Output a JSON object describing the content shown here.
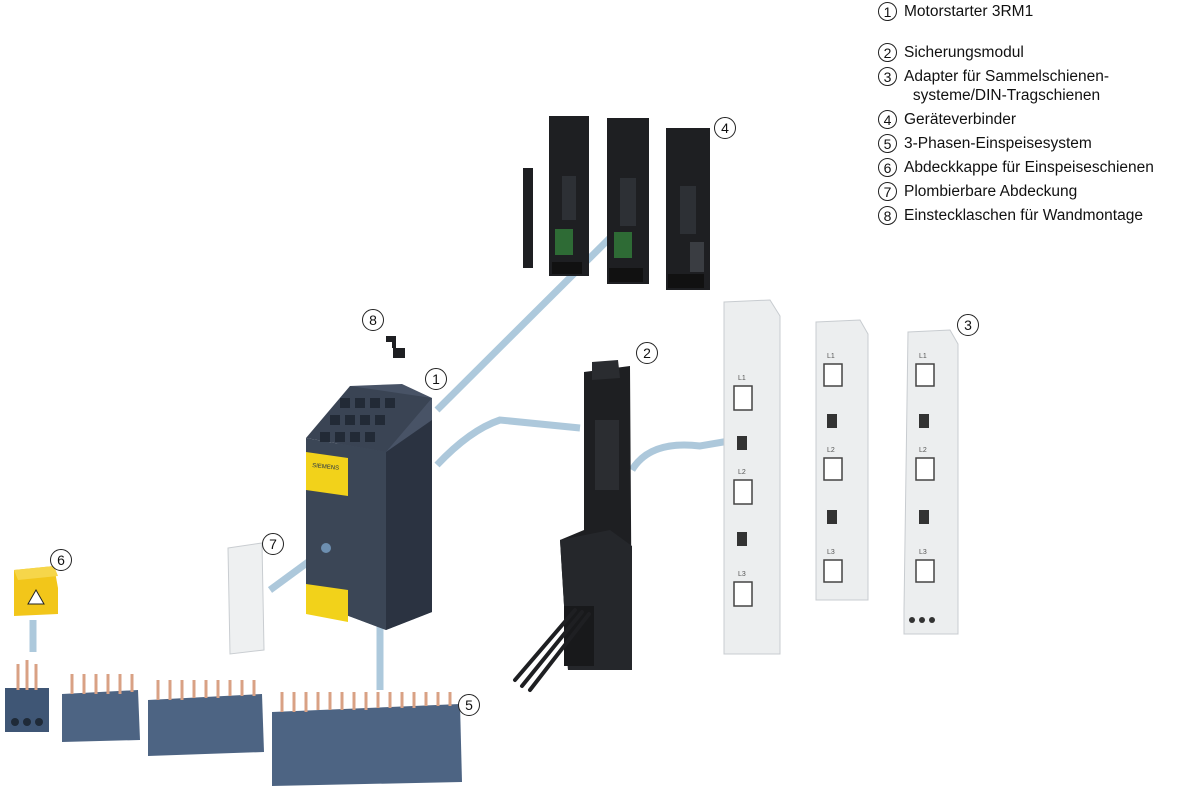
{
  "legend": [
    {
      "num": "1",
      "label": "Motorstarter 3RM1"
    },
    {
      "num": "2",
      "label": "Sicherungsmodul"
    },
    {
      "num": "3",
      "label": "Adapter für Sammelschienen-\nsysteme/DIN-Tragschienen"
    },
    {
      "num": "4",
      "label": "Geräteverbinder"
    },
    {
      "num": "5",
      "label": "3-Phasen-Einspeisesystem"
    },
    {
      "num": "6",
      "label": "Abdeckkappe für Einspeiseschienen"
    },
    {
      "num": "7",
      "label": "Plombierbare Abdeckung"
    },
    {
      "num": "8",
      "label": "Einstecklaschen für Wandmontage"
    }
  ],
  "callouts": {
    "c1": "1",
    "c2": "2",
    "c3": "3",
    "c4": "4",
    "c5": "5",
    "c6": "6",
    "c7": "7",
    "c8": "8"
  },
  "device_labels": {
    "brand": "SIEMENS",
    "phase_l1": "L1",
    "phase_l2": "L2",
    "phase_l3": "L3"
  },
  "colors": {
    "connector_blue": "#a9c6da",
    "device_body": "#3b4656",
    "device_yellow": "#f2d21a",
    "module_black": "#1e1f22",
    "adapter_white": "#eceeef"
  }
}
